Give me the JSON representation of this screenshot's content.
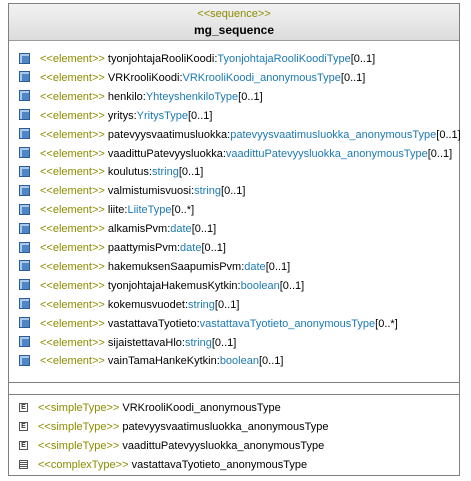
{
  "header": {
    "stereotype": "<<sequence>>",
    "title": "mg_sequence"
  },
  "elements": [
    {
      "stereotype": "<<element>>",
      "name": "tyonjohtajaRooliKoodi",
      "sep": ":",
      "type": "TyonjohtajaRooliKoodiType",
      "mult": "[0..1]"
    },
    {
      "stereotype": "<<element>>",
      "name": "VRKrooliKoodi",
      "sep": ":",
      "type": "VRKrooliKoodi_anonymousType",
      "mult": "[0..1]"
    },
    {
      "stereotype": "<<element>>",
      "name": "henkilo",
      "sep": ":",
      "type": "YhteyshenkiloType",
      "mult": "[0..1]"
    },
    {
      "stereotype": "<<element>>",
      "name": "yritys",
      "sep": ":",
      "type": "YritysType",
      "mult": "[0..1]"
    },
    {
      "stereotype": "<<element>>",
      "name": "patevyysvaatimusluokka",
      "sep": ":",
      "type": "patevyysvaatimusluokka_anonymousType",
      "mult": "[0..1]"
    },
    {
      "stereotype": "<<element>>",
      "name": "vaadittuPatevyysluokka",
      "sep": ":",
      "type": "vaadittuPatevyysluokka_anonymousType",
      "mult": "[0..1]"
    },
    {
      "stereotype": "<<element>>",
      "name": "koulutus",
      "sep": ":",
      "type": "string",
      "mult": "[0..1]"
    },
    {
      "stereotype": "<<element>>",
      "name": "valmistumisvuosi",
      "sep": ":",
      "type": "string",
      "mult": "[0..1]"
    },
    {
      "stereotype": "<<element>>",
      "name": "liite",
      "sep": ":",
      "type": "LiiteType",
      "mult": "[0..*]"
    },
    {
      "stereotype": "<<element>>",
      "name": "alkamisPvm",
      "sep": ":",
      "type": "date",
      "mult": "[0..1]"
    },
    {
      "stereotype": "<<element>>",
      "name": "paattymisPvm",
      "sep": ":",
      "type": "date",
      "mult": "[0..1]"
    },
    {
      "stereotype": "<<element>>",
      "name": "hakemuksenSaapumisPvm",
      "sep": ":",
      "type": "date",
      "mult": "[0..1]"
    },
    {
      "stereotype": "<<element>>",
      "name": "tyonjohtajaHakemusKytkin",
      "sep": ":",
      "type": "boolean",
      "mult": "[0..1]"
    },
    {
      "stereotype": "<<element>>",
      "name": "kokemusvuodet",
      "sep": ":",
      "type": "string",
      "mult": "[0..1]"
    },
    {
      "stereotype": "<<element>>",
      "name": "vastattavaTyotieto",
      "sep": ":",
      "type": "vastattavaTyotieto_anonymousType",
      "mult": "[0..*]"
    },
    {
      "stereotype": "<<element>>",
      "name": "sijaistettavaHlo",
      "sep": ":",
      "type": "string",
      "mult": "[0..1]"
    },
    {
      "stereotype": "<<element>>",
      "name": "vainTamaHankeKytkin",
      "sep": ":",
      "type": "boolean",
      "mult": "[0..1]"
    }
  ],
  "types": [
    {
      "kind": "simple",
      "icon": "E",
      "stereotype": "<<simpleType>>",
      "name": "VRKrooliKoodi_anonymousType"
    },
    {
      "kind": "simple",
      "icon": "E",
      "stereotype": "<<simpleType>>",
      "name": "patevyysvaatimusluokka_anonymousType"
    },
    {
      "kind": "simple",
      "icon": "E",
      "stereotype": "<<simpleType>>",
      "name": "vaadittuPatevyysluokka_anonymousType"
    },
    {
      "kind": "complex",
      "icon": "",
      "stereotype": "<<complexType>>",
      "name": "vastattavaTyotieto_anonymousType"
    }
  ]
}
